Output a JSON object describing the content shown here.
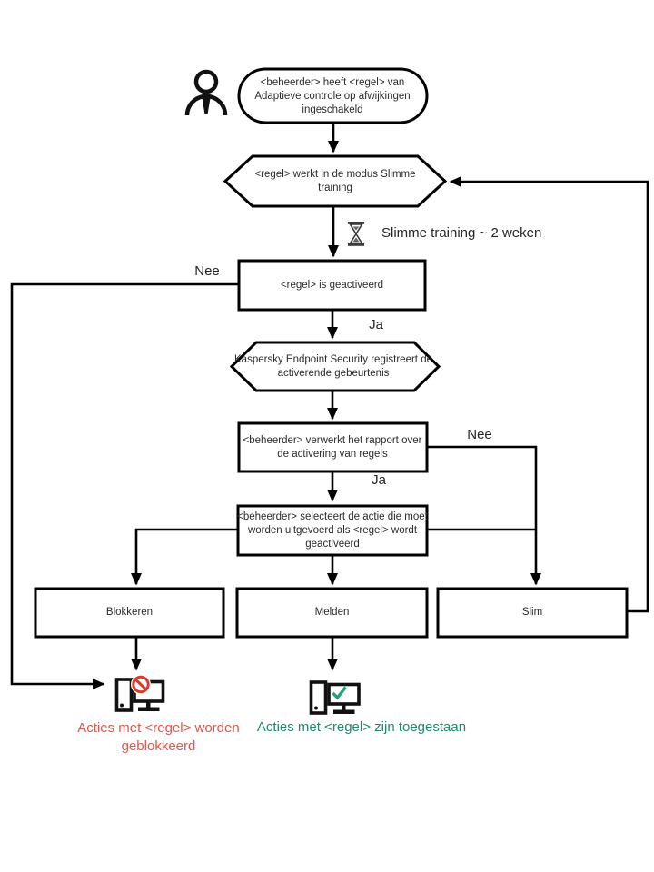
{
  "diagram": {
    "background": "#ffffff",
    "nodes": {
      "start": {
        "shape": "stadium",
        "label": "<beheerder> heeft <regel> van Adaptieve controle op afwijkingen ingeschakeld"
      },
      "mode": {
        "shape": "hexagon",
        "label": "<regel> werkt in de modus Slimme training"
      },
      "triggered": {
        "shape": "rect",
        "label": "<regel> is geactiveerd"
      },
      "registers": {
        "shape": "hexagon",
        "label": "Kaspersky Endpoint Security registreert de activerende gebeurtenis"
      },
      "report": {
        "shape": "rect",
        "label": "<beheerder> verwerkt het rapport over de activering van regels"
      },
      "select_action": {
        "shape": "rect",
        "label": "<beheerder> selecteert de actie die moet worden uitgevoerd als <regel> wordt geactiveerd"
      },
      "action_block": {
        "shape": "rect",
        "label": "Blokkeren"
      },
      "action_notify": {
        "shape": "rect",
        "label": "Melden"
      },
      "action_smart": {
        "shape": "rect",
        "label": "Slim"
      }
    },
    "annotations": {
      "training_duration": "Slimme training ~ 2 weken",
      "result_blocked": "Acties met <regel> worden geblokkeerd",
      "result_allowed": "Acties met <regel> zijn toegestaan"
    },
    "edge_labels": {
      "no_top": "Nee",
      "yes_top": "Ja",
      "no_right": "Nee",
      "yes_bottom": "Ja"
    },
    "icons": [
      "person-icon",
      "hourglass-icon",
      "blocked-computer-icon",
      "allowed-computer-icon"
    ],
    "colors": {
      "line": "#000000",
      "blocked_text": "#e2574c",
      "blocked_sign": "#d93a2b",
      "allowed_text": "#1f8a6e",
      "allowed_check": "#21a575"
    }
  }
}
